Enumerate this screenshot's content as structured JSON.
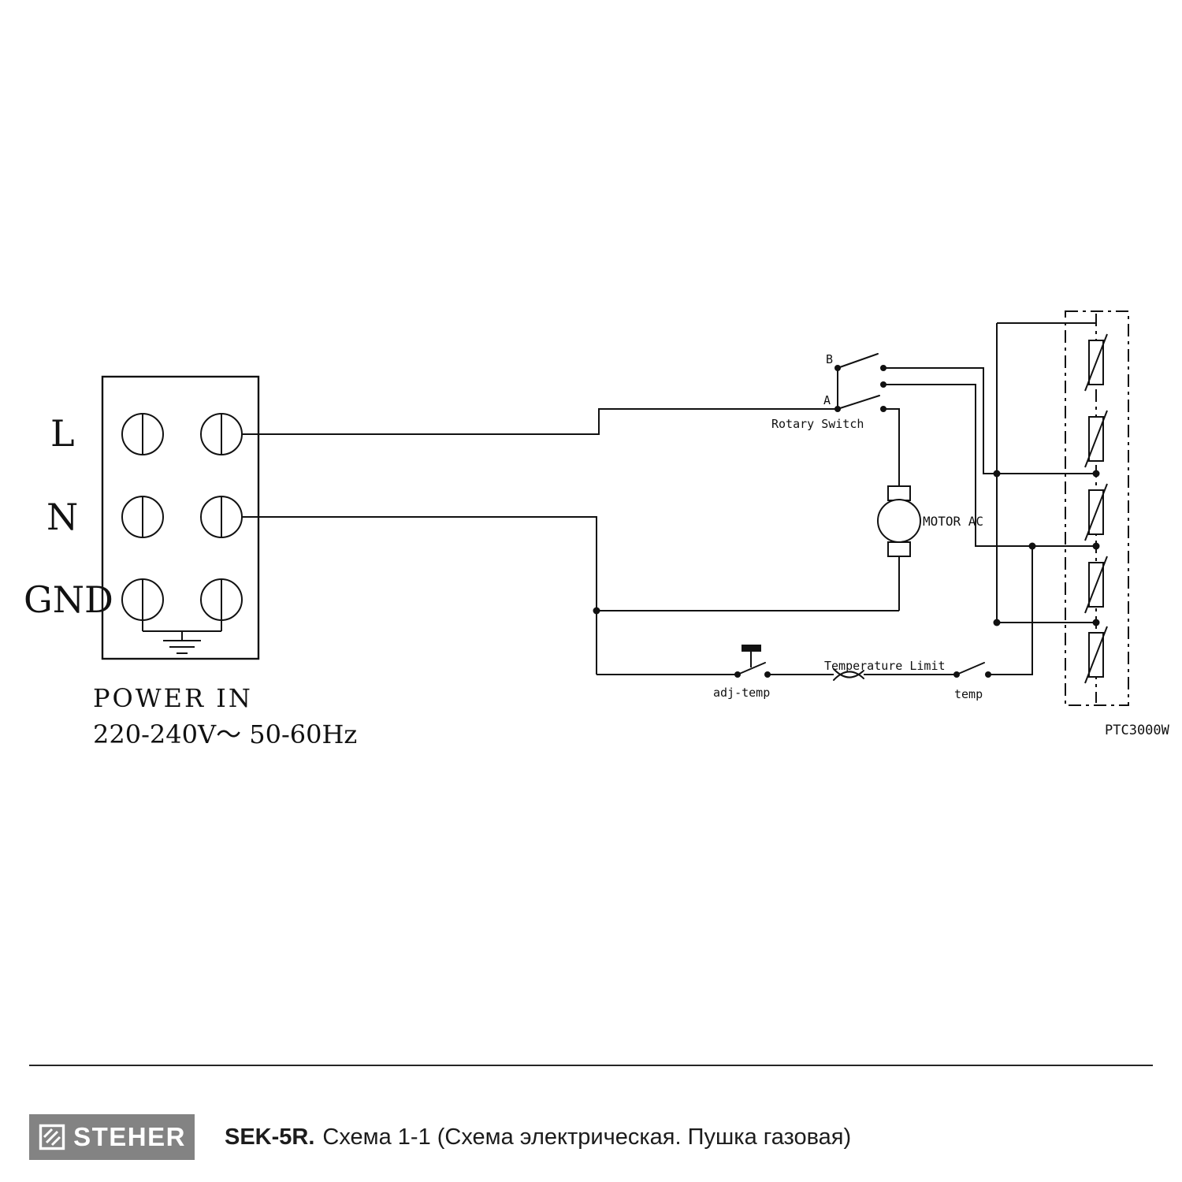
{
  "diagram": {
    "terminal_labels": [
      "L",
      "N",
      "GND"
    ],
    "power_in_line1": "POWER IN",
    "power_in_line2": "220-240V～ 50-60Hz",
    "rotary_switch_label": "Rotary Switch",
    "contact_b": "B",
    "contact_a": "A",
    "motor_label": "MOTOR AC",
    "temperature_limit_label": "Temperature Limit",
    "adj_temp_label": "adj-temp",
    "temp_label": "temp",
    "heater_label": "PTC3000W"
  },
  "footer": {
    "brand": "STEHER",
    "model": "SEK-5R.",
    "caption": "Схема 1-1 (Схема электрическая. Пушка газовая)"
  },
  "colors": {
    "line": "#111111",
    "logo_background": "#838383",
    "logo_text": "#ffffff",
    "footer_text": "#1c1c1c"
  }
}
